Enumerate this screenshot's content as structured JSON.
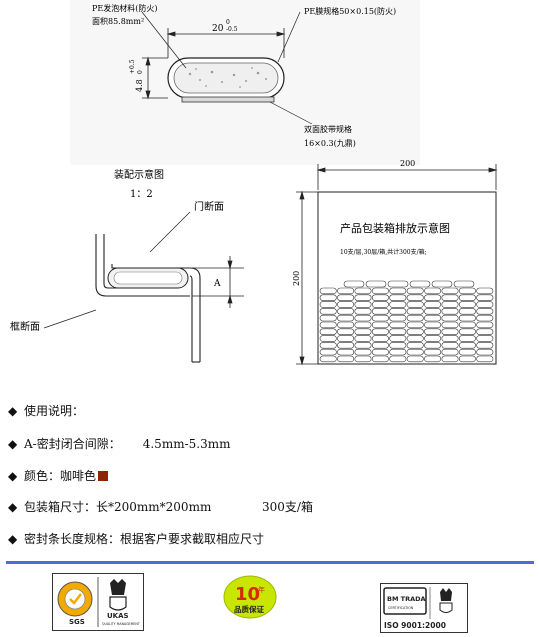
{
  "drawing": {
    "label_pe_foam": "PE发泡材料(防火)",
    "label_area": "面积85.8mm²",
    "label_pe_film": "PE膜规格50×0.15(防火)",
    "dim_width": "20",
    "dim_width_tol_top": "0",
    "dim_width_tol_bottom": "-0.5",
    "dim_height": "4.8",
    "dim_height_tol_top": "+0.5",
    "dim_height_tol_bottom": "0",
    "label_tape": "双面胶带规格",
    "label_tape_spec": "16×0.3(九鼎)",
    "assembly_title": "装配示意图",
    "assembly_scale": "1：2",
    "label_door": "门断面",
    "label_frame": "框断面",
    "label_a": "A",
    "box_dim_width": "200",
    "box_dim_height": "200",
    "box_title": "产品包装箱排放示意图",
    "box_subtitle": "10支/层,30层/箱,共计300支/箱;"
  },
  "notes": {
    "diamond": "◆",
    "usage": "使用说明：",
    "gap_label": "A-密封闭合间隙：",
    "gap_value": "4.5mm-5.3mm",
    "color_label": "颜色：咖啡色",
    "color_hex": "#8B2500",
    "box_size_label": "包装箱尺寸：长*200mm*200mm",
    "box_count": "300支/箱",
    "length_spec": "密封条长度规格：根据客户要求截取相应尺寸"
  },
  "logos": {
    "cert_label": "ISO 9001:2000",
    "sgs_label": "SGS",
    "ukas_label": "UKAS",
    "ukas_sub": "QUALITY MANAGEMENT",
    "badge_number": "10",
    "badge_suffix": "年",
    "badge_text": "品质保证",
    "bmtrada_label": "BM TRADA",
    "bmtrada_sub": "CERTIFICATION"
  }
}
